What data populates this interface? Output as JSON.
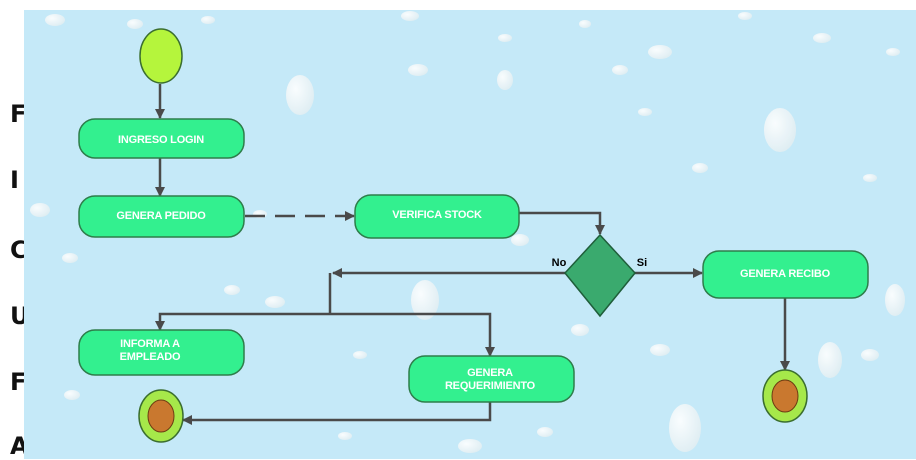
{
  "side_letters": [
    "F",
    "I",
    "C",
    "U",
    "F",
    "A"
  ],
  "nodes": {
    "ingreso_login": "INGRESO LOGIN",
    "genera_pedido": "GENERA PEDIDO",
    "verifica_stock": "VERIFICA STOCK",
    "genera_recibo": "GENERA RECIBO",
    "informa_empleado": [
      "INFORMA A",
      "EMPLEADO"
    ],
    "genera_requerimiento": [
      "GENERA",
      "REQUERIMIENTO"
    ]
  },
  "decision": {
    "no_label": "No",
    "yes_label": "Si"
  },
  "colors": {
    "canvas_bg": "#c5e9f8",
    "node_fill": "#33f08f",
    "node_stroke": "#2e7d4a",
    "decision_fill": "#3aaa6e",
    "start_fill": "#b5f53c",
    "end_ring": "#a6e84a",
    "end_core": "#c9782f",
    "arrow": "#4a4a4a"
  }
}
